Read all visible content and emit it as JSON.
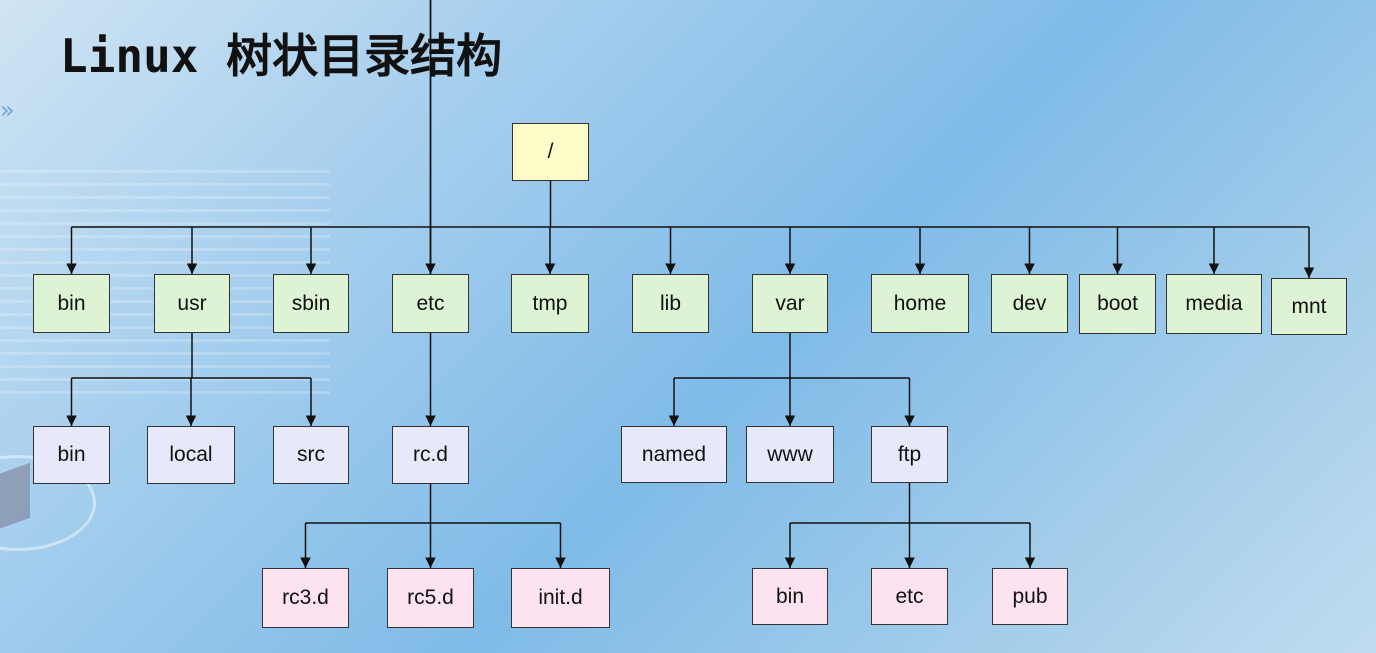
{
  "title": "Linux 树状目录结构",
  "colors": {
    "root": "#fdfbc8",
    "level1": "#def3d4",
    "level2": "#e7e9fb",
    "level3": "#fde3ef",
    "line": "#111111"
  },
  "tree": {
    "label": "/",
    "children": [
      {
        "label": "bin"
      },
      {
        "label": "usr",
        "children": [
          {
            "label": "bin"
          },
          {
            "label": "local"
          },
          {
            "label": "src"
          }
        ]
      },
      {
        "label": "sbin"
      },
      {
        "label": "etc",
        "children": [
          {
            "label": "rc.d",
            "children": [
              {
                "label": "rc3.d"
              },
              {
                "label": "rc5.d"
              },
              {
                "label": "init.d"
              }
            ]
          }
        ]
      },
      {
        "label": "tmp"
      },
      {
        "label": "lib"
      },
      {
        "label": "var",
        "children": [
          {
            "label": "named"
          },
          {
            "label": "www"
          },
          {
            "label": "ftp",
            "children": [
              {
                "label": "bin"
              },
              {
                "label": "etc"
              },
              {
                "label": "pub"
              }
            ]
          }
        ]
      },
      {
        "label": "home"
      },
      {
        "label": "dev"
      },
      {
        "label": "boot"
      },
      {
        "label": "media"
      },
      {
        "label": "mnt"
      }
    ]
  }
}
